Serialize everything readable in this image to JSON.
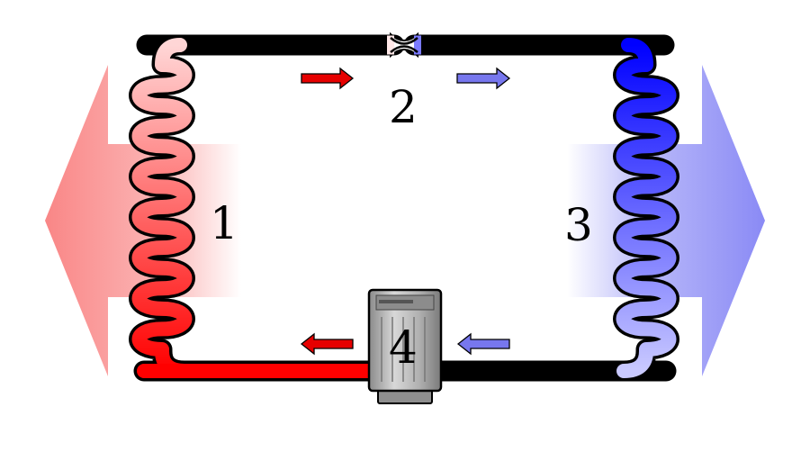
{
  "diagram": {
    "labels": {
      "condenser": "1",
      "expansion_valve": "2",
      "evaporator": "3",
      "compressor": "4"
    },
    "colors": {
      "background": "#ffffff",
      "hot": "#ff0000",
      "hot_light": "#ffd6d6",
      "cold": "#0000ff",
      "cold_light": "#c9c9ff",
      "hot_arrow": "#e60000",
      "cold_arrow": "#7777ee",
      "heat_out": "#f98686",
      "heat_in": "#8a8af5",
      "compressor_body": "#a8a8a8",
      "outline": "#000000"
    },
    "icons": {
      "compressor": "compressor-icon",
      "valve": "expansion-valve-icon"
    }
  }
}
